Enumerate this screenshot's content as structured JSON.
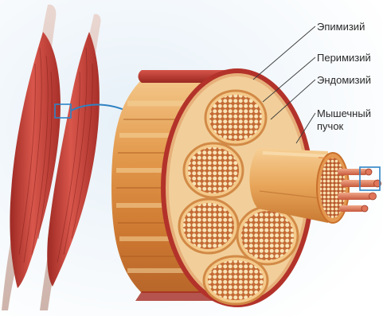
{
  "labels": {
    "epimysium": "Эпимизий",
    "perimysium": "Перимизий",
    "endomysium": "Эндомизий",
    "bundle_line1": "Мышечный",
    "bundle_line2": "пучок"
  },
  "colors": {
    "background_tint": "#dce9f3",
    "muscle_red": "#c8443c",
    "epimysium_red": "#b8322a",
    "fascicle_orange": "#e9a457",
    "fiber_dot": "#f7e3b8",
    "highlight_box": "#2e84c6",
    "pointer_arrow": "#2f82c2"
  }
}
